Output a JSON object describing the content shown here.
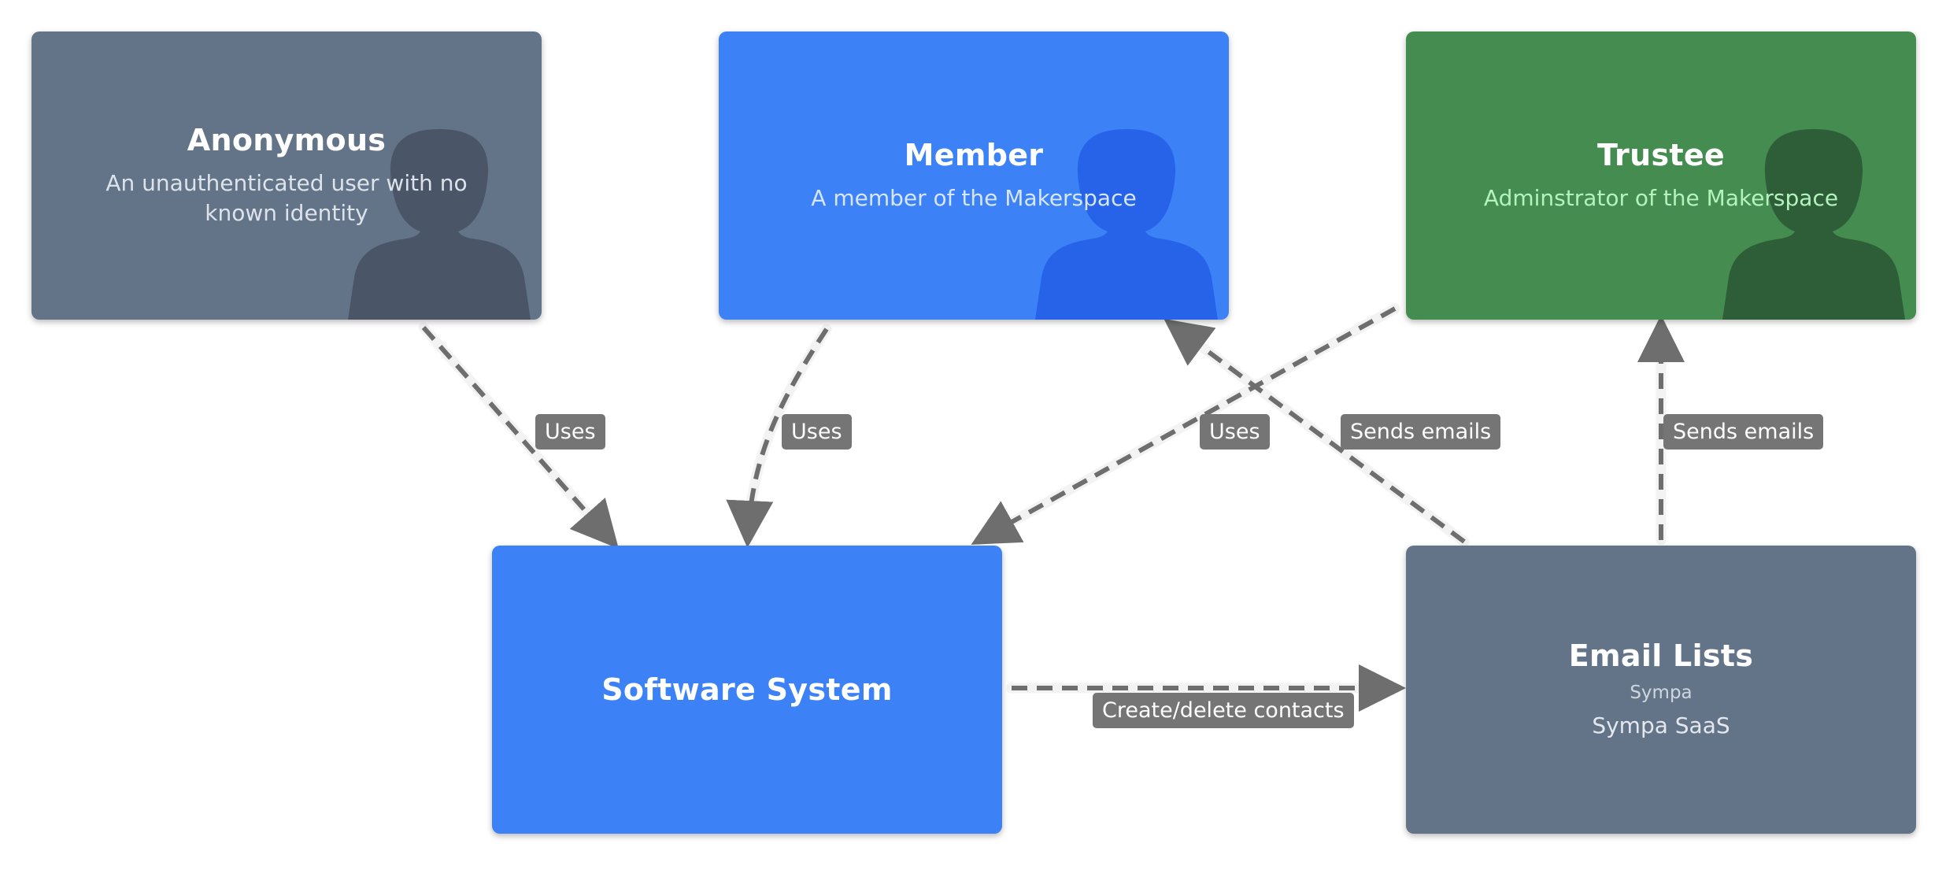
{
  "colors": {
    "person_grey": "#647488",
    "person_blue": "#3c82f6",
    "person_green": "#448c4f",
    "system_grey": "#647488",
    "system_blue": "#3c82f6",
    "edge": "#6e6e6e",
    "edge_label_bg": "#757575"
  },
  "nodes": {
    "anonymous": {
      "title": "Anonymous",
      "description": "An unauthenticated user with no known identity",
      "icon": "person-silhouette-icon"
    },
    "member": {
      "title": "Member",
      "description": "A member of the Makerspace",
      "icon": "person-silhouette-icon"
    },
    "trustee": {
      "title": "Trustee",
      "description": "Adminstrator of the Makerspace",
      "icon": "person-silhouette-icon"
    },
    "software_system": {
      "title": "Software System"
    },
    "email_lists": {
      "title": "Email Lists",
      "technology": "Sympa",
      "description": "Sympa SaaS"
    }
  },
  "edges": {
    "anonymous_uses": {
      "label": "Uses"
    },
    "member_uses": {
      "label": "Uses"
    },
    "trustee_uses": {
      "label": "Uses"
    },
    "email_to_member": {
      "label": "Sends emails"
    },
    "email_to_trustee": {
      "label": "Sends emails"
    },
    "system_to_email": {
      "label": "Create/delete contacts"
    }
  }
}
